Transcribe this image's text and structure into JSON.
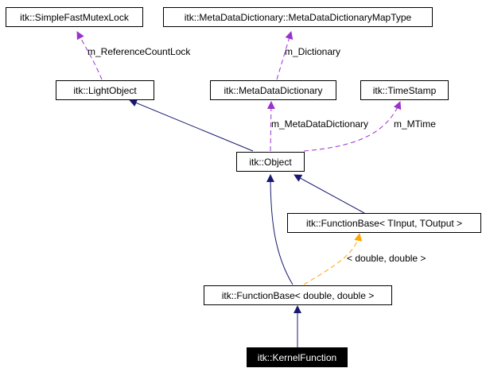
{
  "colors": {
    "inheritance": "#191970",
    "usage": "#9a32cd",
    "template": "#ffa500",
    "node_border": "#000000",
    "highlight_bg": "#000000",
    "highlight_text": "#ffffff"
  },
  "nodes": {
    "mutex": "itk::SimpleFastMutexLock",
    "mapType": "itk::MetaDataDictionary::MetaDataDictionaryMapType",
    "lightObject": "itk::LightObject",
    "metaDict": "itk::MetaDataDictionary",
    "timeStamp": "itk::TimeStamp",
    "object": "itk::Object",
    "funcBaseT": "itk::FunctionBase< TInput, TOutput >",
    "funcBaseDD": "itk::FunctionBase< double, double >",
    "kernel": "itk::KernelFunction"
  },
  "edge_labels": {
    "refCountLock": "m_ReferenceCountLock",
    "dictionary": "m_Dictionary",
    "metaDataDictionary": "m_MetaDataDictionary",
    "mTime": "m_MTime",
    "templateArgs": "< double, double >"
  }
}
